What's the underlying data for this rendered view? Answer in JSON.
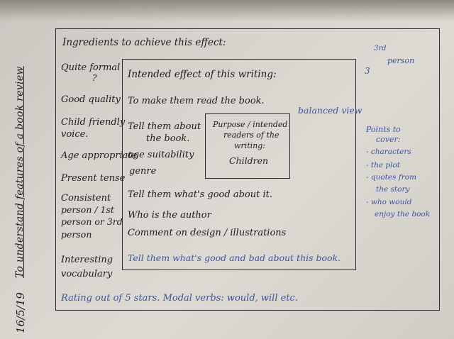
{
  "side": {
    "title": "To understand features of a book review",
    "date": "16/5/19"
  },
  "outer": {
    "heading": "Ingredients to achieve this effect:",
    "items": [
      "Quite formal",
      "?",
      "Good quality",
      "Child friendly",
      "voice.",
      "Age appropriate",
      "Present tense",
      "Consistent",
      "person / 1st",
      "person or 3rd",
      "person",
      "Interesting",
      "vocabulary"
    ],
    "footer": "Rating out of 5 stars.   Modal verbs: would, will etc."
  },
  "inner": {
    "heading": "Intended effect of this writing:",
    "items": [
      "To make them read the book.",
      "Tell them about",
      "the book.",
      "age suitability",
      "genre",
      "Tell them what's good about it.",
      "Who is the author",
      "Comment on design / illustrations"
    ],
    "blue_line": "Tell them what's good and bad about this book."
  },
  "purpose": {
    "lines": [
      "Purpose / intended",
      "readers of the",
      "writing:"
    ],
    "answer": "Children"
  },
  "right": {
    "person_top": "3rd",
    "person_label": "person",
    "person_num": "3",
    "balanced": "balanced view",
    "points_title": [
      "Points to",
      "cover:"
    ],
    "points": [
      "- characters",
      "- the plot",
      "- quotes from",
      "the story",
      "- who would",
      "enjoy the book"
    ]
  }
}
